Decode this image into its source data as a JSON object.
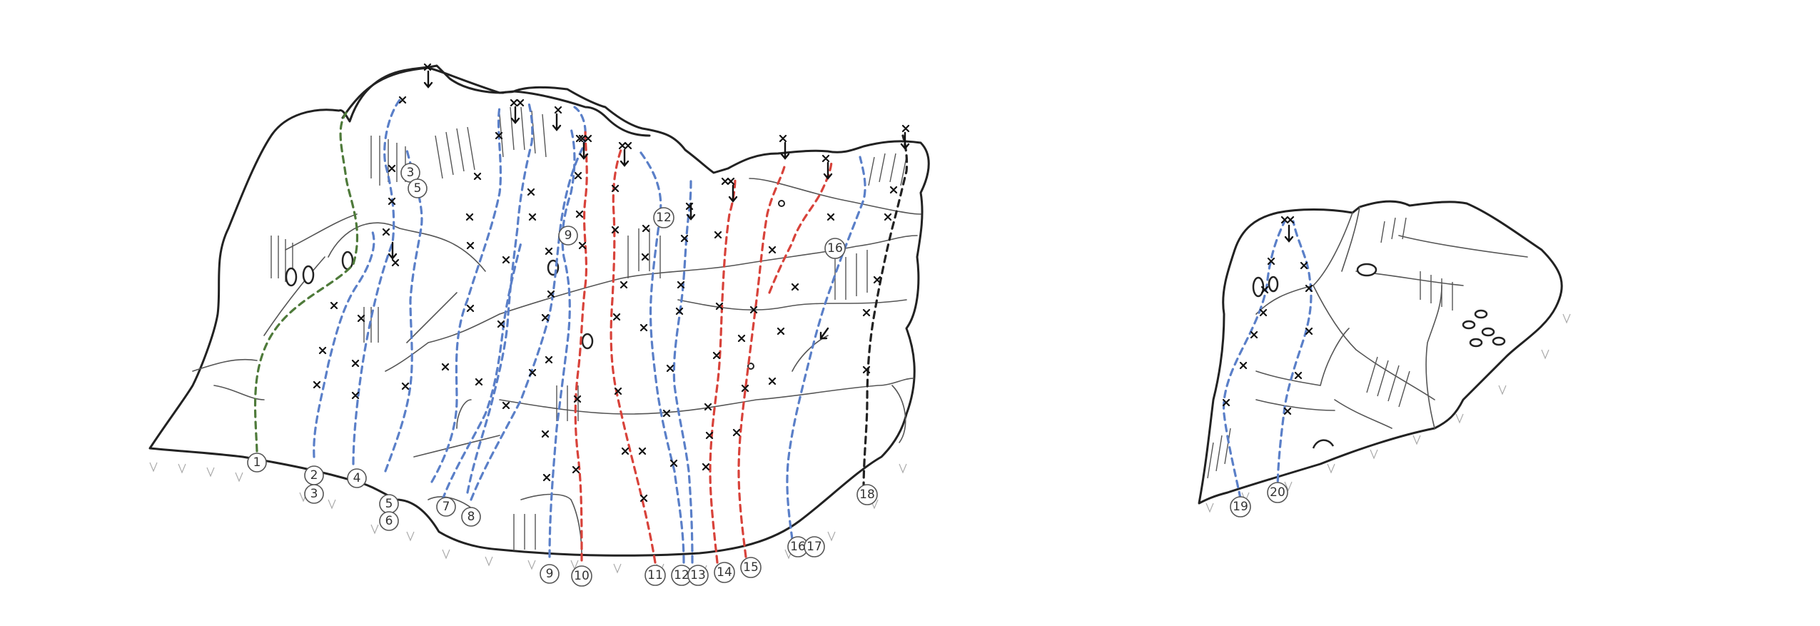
{
  "colors": {
    "green": "#4e7a3a",
    "blue": "#5a7fc8",
    "red": "#d8423a",
    "black": "#222222"
  },
  "labels": [
    {
      "id": "1",
      "t": "1"
    },
    {
      "id": "2",
      "t": "2"
    },
    {
      "id": "3a",
      "t": "3"
    },
    {
      "id": "3b",
      "t": "3"
    },
    {
      "id": "4",
      "t": "4"
    },
    {
      "id": "5a",
      "t": "5"
    },
    {
      "id": "5b",
      "t": "5"
    },
    {
      "id": "6",
      "t": "6"
    },
    {
      "id": "7",
      "t": "7"
    },
    {
      "id": "8",
      "t": "8"
    },
    {
      "id": "9a",
      "t": "9"
    },
    {
      "id": "9b",
      "t": "9"
    },
    {
      "id": "10",
      "t": "10"
    },
    {
      "id": "11",
      "t": "11"
    },
    {
      "id": "12a",
      "t": "12"
    },
    {
      "id": "12b",
      "t": "12"
    },
    {
      "id": "13",
      "t": "13"
    },
    {
      "id": "14",
      "t": "14"
    },
    {
      "id": "15",
      "t": "15"
    },
    {
      "id": "16a",
      "t": "16"
    },
    {
      "id": "16b",
      "t": "16"
    },
    {
      "id": "17",
      "t": "17"
    },
    {
      "id": "18",
      "t": "18"
    },
    {
      "id": "19",
      "t": "19"
    },
    {
      "id": "20",
      "t": "20"
    }
  ],
  "routes": [
    {
      "id": "r1",
      "color": "green"
    },
    {
      "id": "r2",
      "color": "blue"
    },
    {
      "id": "r3",
      "color": "blue"
    },
    {
      "id": "r4",
      "color": "blue"
    },
    {
      "id": "r5",
      "color": "blue"
    },
    {
      "id": "r6",
      "color": "blue"
    },
    {
      "id": "r7",
      "color": "blue"
    },
    {
      "id": "r8",
      "color": "blue"
    },
    {
      "id": "r9",
      "color": "blue"
    },
    {
      "id": "r10",
      "color": "red"
    },
    {
      "id": "r11",
      "color": "red"
    },
    {
      "id": "r12",
      "color": "blue"
    },
    {
      "id": "r13",
      "color": "blue"
    },
    {
      "id": "r14",
      "color": "red"
    },
    {
      "id": "r15",
      "color": "red"
    },
    {
      "id": "r16",
      "color": "blue"
    },
    {
      "id": "r17",
      "color": "red"
    },
    {
      "id": "r18",
      "color": "black"
    },
    {
      "id": "r19",
      "color": "blue"
    },
    {
      "id": "r20",
      "color": "blue"
    }
  ]
}
